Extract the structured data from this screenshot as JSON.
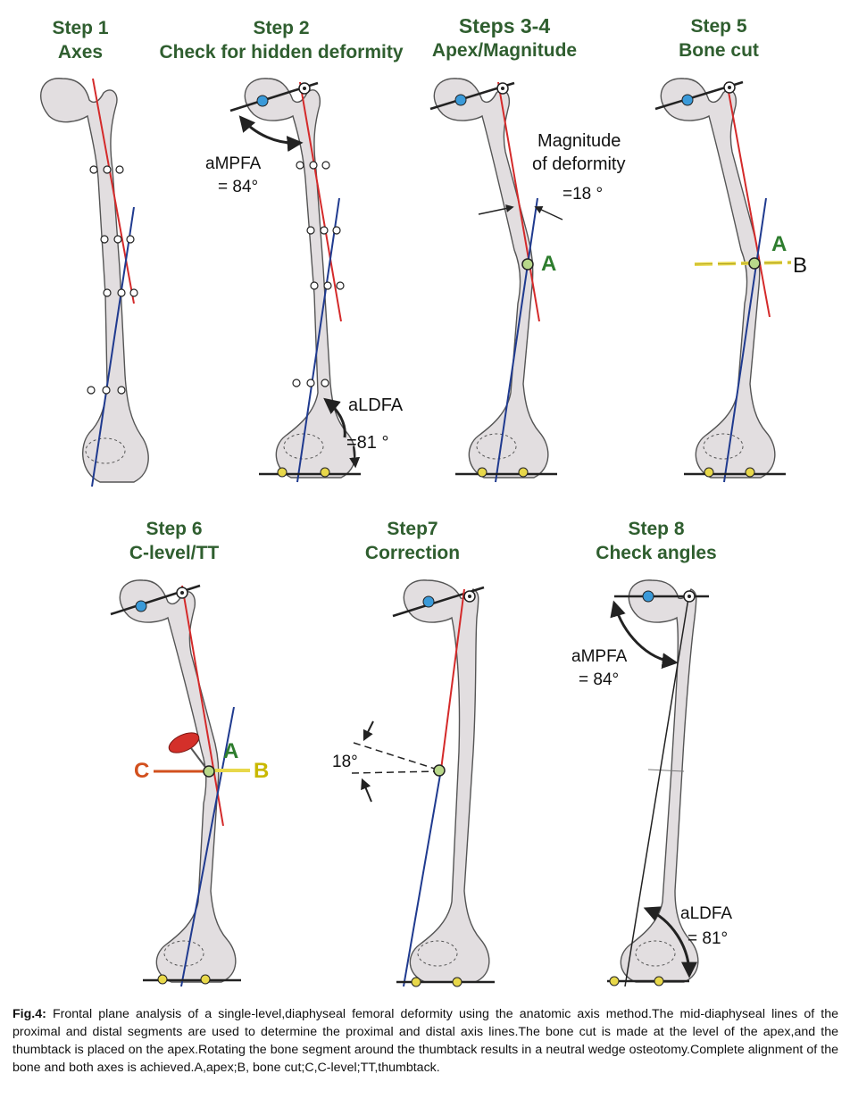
{
  "steps": [
    {
      "line1": "Step 1",
      "line2": "Axes"
    },
    {
      "line1": "Step 2",
      "line2": "Check for hidden deformity"
    },
    {
      "line1": "Steps 3-4",
      "line2": "Apex/Magnitude"
    },
    {
      "line1": "Step 5",
      "line2": "Bone cut"
    },
    {
      "line1": "Step 6",
      "line2": "C-level/TT"
    },
    {
      "line1": "Step7",
      "line2": "Correction"
    },
    {
      "line1": "Step 8",
      "line2": "Check angles"
    }
  ],
  "labels": {
    "s2_ampfa": "aMPFA",
    "s2_ampfa_val": "= 84°",
    "s2_aldfa": "aLDFA",
    "s2_aldfa_val": "=81 °",
    "s3_magnitude1": "Magnitude",
    "s3_magnitude2": "of deformity",
    "s3_magnitude_val": "=18 °",
    "s3_apex": "A",
    "s5_apex": "A",
    "s5_cut": "B",
    "s6_apex": "A",
    "s6_cut": "B",
    "s6_clevel": "C",
    "s7_angle": "18°",
    "s8_ampfa": "aMPFA",
    "s8_ampfa_val": "= 84°",
    "s8_aldfa": "aLDFA",
    "s8_aldfa_val": "= 81°"
  },
  "caption": {
    "prefix": "Fig.4:",
    "text": " Frontal plane analysis of a single-level,diaphyseal femoral deformity using the anatomic axis method.The mid-diaphyseal lines of the proximal and distal segments are used to determine the proximal and distal axis lines.The bone cut is made at the level of the apex,and the thumbtack is placed on the apex.Rotating the bone segment around the thumbtack results in a neutral wedge osteotomy.Complete alignment of the bone and both axes is achieved.A,apex;B, bone cut;C,C-level;TT,thumbtack."
  },
  "colors": {
    "title_green": "#2f5e2f",
    "proximal_axis": "#d42a2a",
    "distal_axis": "#1f3a8f",
    "bone_fill": "#e2dee0",
    "bone_outline": "#555555",
    "hip_center": "#3a9ad9",
    "knee_point": "#e8d84a",
    "apex_point": "#b8d88a"
  }
}
